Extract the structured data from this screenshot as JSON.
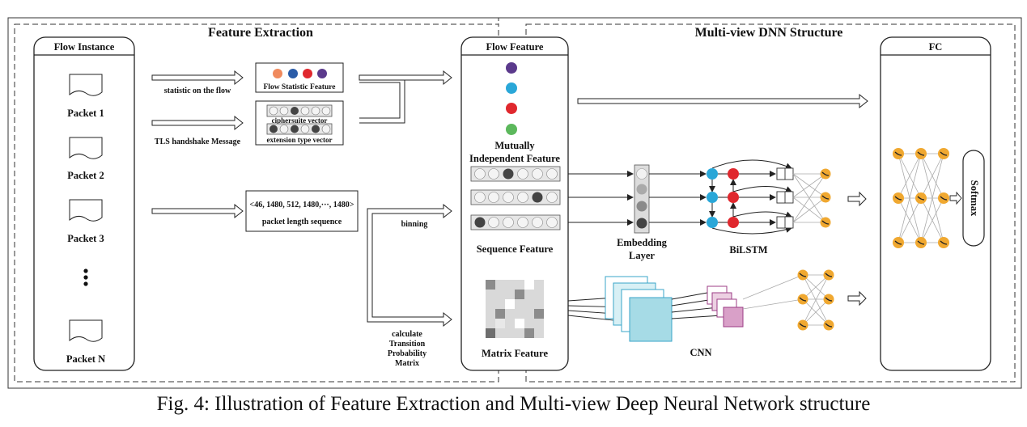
{
  "sections": {
    "feature_extraction": "Feature Extraction",
    "multi_view": "Multi-view DNN Structure"
  },
  "flow_instance": {
    "title": "Flow Instance",
    "packets": [
      "Packet 1",
      "Packet 2",
      "Packet 3",
      "Packet N"
    ]
  },
  "arrow_labels": {
    "statistic": "statistic on the flow",
    "tls": "TLS handshake Message",
    "binning": "binning",
    "calculate": [
      "calculate",
      "Transition",
      "Probability",
      "Matrix"
    ]
  },
  "boxes": {
    "flow_statistic": "Flow Statistic Feature",
    "ciphersuite": "ciphersuite vector",
    "extension": "extension type vector",
    "sequence_values": "<46, 1480, 512, 1480,···, 1480>",
    "packet_length": "packet length sequence"
  },
  "flow_feature": {
    "title": "Flow Feature",
    "mutually": [
      "Mutually",
      "Independent Feature"
    ],
    "sequence": "Sequence Feature",
    "matrix": "Matrix Feature"
  },
  "network": {
    "embedding": [
      "Embedding",
      "Layer"
    ],
    "bilstm": "BiLSTM",
    "cnn": "CNN",
    "fc": "FC",
    "softmax": "Softmax"
  },
  "caption": "Fig. 4: Illustration of Feature Extraction and Multi-view Deep Neural Network structure",
  "colors": {
    "orange": "#f08a5d",
    "blue": "#2a5ca8",
    "red": "#e0282e",
    "purple": "#5b3a8c",
    "cyan": "#2aa7d8",
    "green": "#5cb85c",
    "neuron": "#f0a830",
    "cnn_fill": "#a6dbe6",
    "cnn_stroke": "#3aa6c8",
    "pool_fill": "#d9a0c8",
    "pool_stroke": "#9c3d86"
  }
}
